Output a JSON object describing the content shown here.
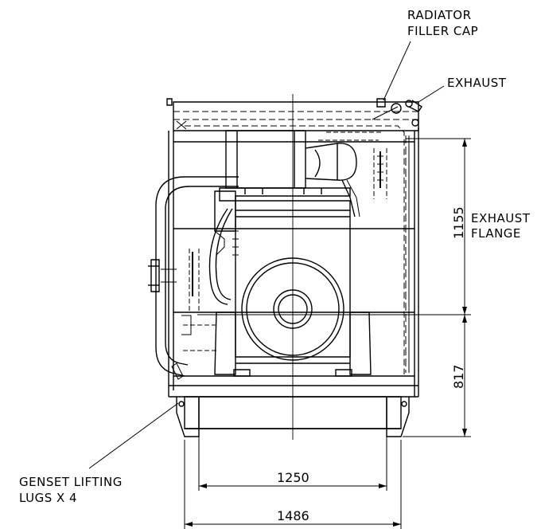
{
  "callouts": {
    "radiator_line1": "RADIATOR",
    "radiator_line2": "FILLER CAP",
    "exhaust": "EXHAUST",
    "exhaust_flange_line1": "EXHAUST",
    "exhaust_flange_line2": "FLANGE",
    "lifting_line1": "GENSET LIFTING",
    "lifting_line2": "LUGS X 4"
  },
  "dimensions": {
    "exhaust_flange_height": "1155",
    "lug_height": "817",
    "inner_width": "1250",
    "outer_width": "1486"
  }
}
